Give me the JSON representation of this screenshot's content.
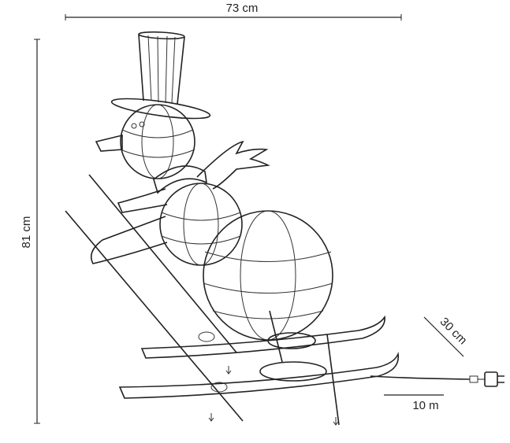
{
  "dimensions": {
    "width_label": "73 cm",
    "height_label": "81 cm",
    "depth_label": "30 cm",
    "cable_label": "10 m"
  },
  "colors": {
    "line": "#222222",
    "background": "#ffffff"
  }
}
